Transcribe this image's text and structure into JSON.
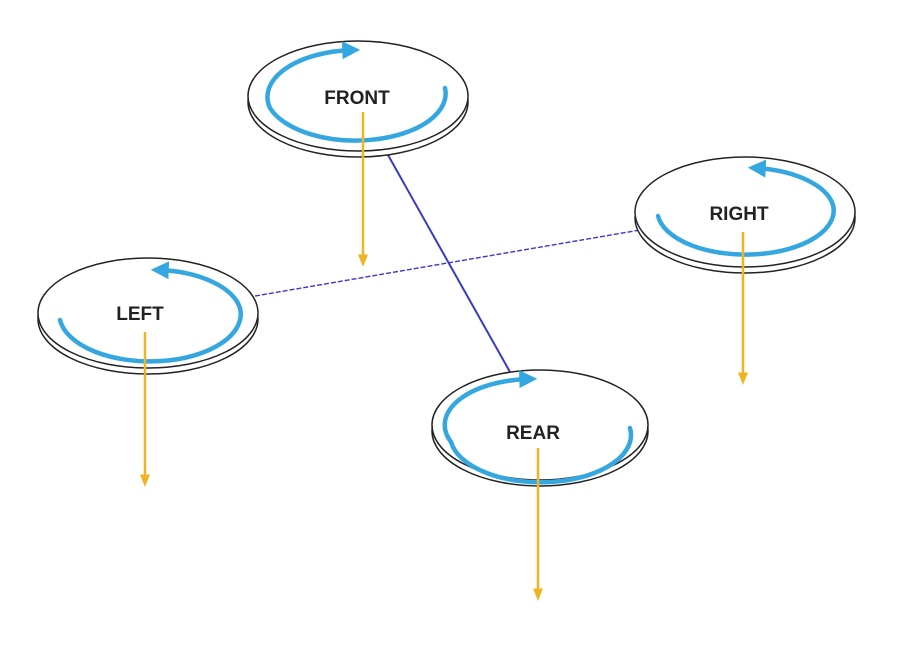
{
  "colors": {
    "frame_arm": "#3a3ac8",
    "rotation_arrow": "#35a7e0",
    "thrust_arrow": "#f0b323",
    "rotor_outline": "#222222",
    "rotor_fill": "#ffffff"
  },
  "rotors": [
    {
      "id": "front",
      "label": "FRONT",
      "rotation": "clockwise"
    },
    {
      "id": "right",
      "label": "RIGHT",
      "rotation": "counterclockwise"
    },
    {
      "id": "left",
      "label": "LEFT",
      "rotation": "counterclockwise"
    },
    {
      "id": "rear",
      "label": "REAR",
      "rotation": "clockwise"
    }
  ],
  "arms": [
    {
      "id": "front-rear",
      "from": "front",
      "to": "rear",
      "style": "solid"
    },
    {
      "id": "left-right",
      "from": "left",
      "to": "right",
      "style": "dashed"
    }
  ]
}
